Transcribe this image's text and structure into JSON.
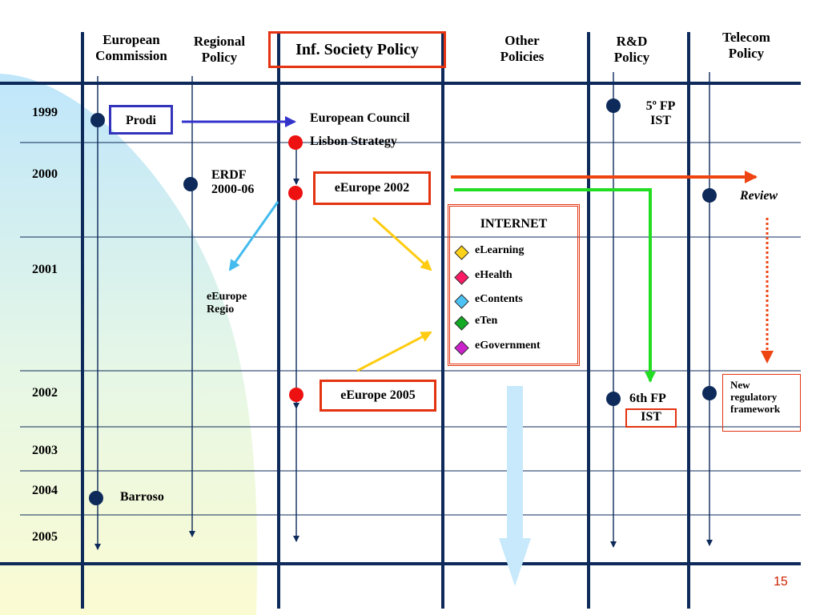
{
  "columns": {
    "european_commission": "European\nCommission",
    "regional_policy": "Regional\nPolicy",
    "inf_society_policy": "Inf. Society Policy",
    "other_policies": "Other\nPolicies",
    "rd_policy": "R&D\nPolicy",
    "telecom_policy": "Telecom\nPolicy"
  },
  "years": [
    "1999",
    "2000",
    "2001",
    "2002",
    "2003",
    "2004",
    "2005"
  ],
  "labels": {
    "prodi": "Prodi",
    "european_council": "European Council",
    "lisbon_strategy": "Lisbon Strategy",
    "erdf": "ERDF\n2000-06",
    "eeurope_2002": "eEurope 2002",
    "eeurope_regio": "eEurope\nRegio",
    "fp5": "5º FP\nIST",
    "review": "Review",
    "internet_title": "INTERNET",
    "eeurope_2005": "eEurope 2005",
    "fp6": "6th FP",
    "fp6_ist": "IST",
    "new_regulatory": "New\nregulatory\nframework",
    "barroso": "Barroso"
  },
  "internet_items": [
    {
      "label": "eLearning",
      "color": "#ffd21a"
    },
    {
      "label": "eHealth",
      "color": "#ff1a66"
    },
    {
      "label": "eContents",
      "color": "#4dc3f5"
    },
    {
      "label": "eTen",
      "color": "#11aa22"
    },
    {
      "label": "eGovernment",
      "color": "#cc22cc"
    }
  ],
  "page_number": "15",
  "colors": {
    "line": "#0d2a5a",
    "box_red": "#e33311",
    "box_blue": "#3333bb",
    "arrow_blue": "#3333cc",
    "arrow_orange": "#ee4411",
    "arrow_green": "#22dd22",
    "arrow_yellow": "#ffcc11",
    "arrow_lightblue": "#44bbee",
    "dot_red": "#ee1111",
    "dot_navy": "#0d2a5a"
  }
}
